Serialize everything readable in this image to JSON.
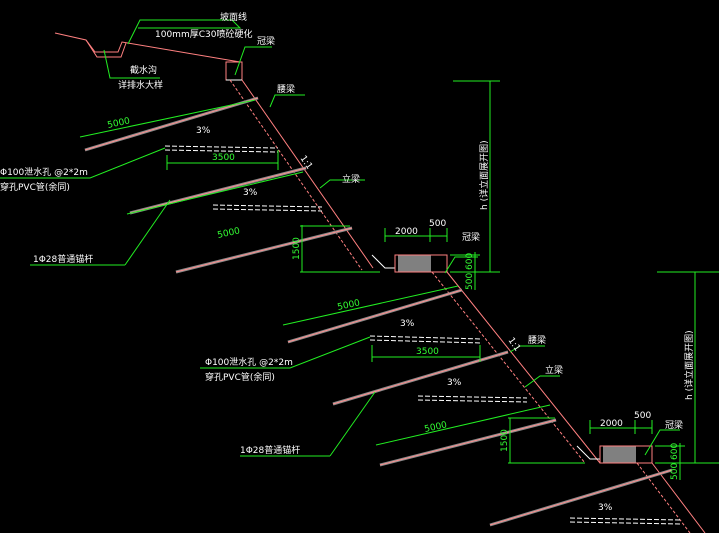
{
  "labels": {
    "slope_line": "坡面线",
    "shotcrete": "100mm厚C30喷砼硬化",
    "crown_beam": "冠梁",
    "intercept_ditch": "截水沟",
    "ditch_detail": "详排水大样",
    "waist_beam": "腰梁",
    "vertical_beam": "立梁",
    "drain_hole_1": "Φ100泄水孔 @2*2m",
    "drain_hole_2": "穿孔PVC管(余同)",
    "anchor": "1Φ28普通锚杆",
    "height": "h (详立面展开图)",
    "slope_ratio": "1:1"
  },
  "dims": {
    "anchor_length": "5000",
    "pipe_length": "3500",
    "gradient": "3%",
    "bench_height": "1500",
    "bench_width": "2000",
    "beam_width": "500",
    "beam_height": "500 600"
  },
  "colors": {
    "background": "#000000",
    "dimension": "#22ee22",
    "structure": "#ff8080",
    "text": "#ffffff"
  }
}
